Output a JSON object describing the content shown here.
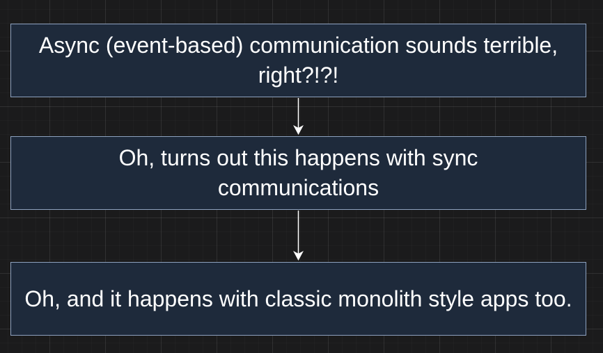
{
  "diagram": {
    "nodes": [
      {
        "id": "n1",
        "text": "Async (event-based) communication sounds terrible, right?!?!"
      },
      {
        "id": "n2",
        "text": "Oh, turns out this happens with sync communications"
      },
      {
        "id": "n3",
        "text": "Oh, and it happens with classic monolith style apps too."
      }
    ],
    "edges": [
      {
        "from": "n1",
        "to": "n2"
      },
      {
        "from": "n2",
        "to": "n3"
      }
    ],
    "colors": {
      "background": "#1b1b1c",
      "node_fill": "#1e2a3b",
      "node_border": "#8ea2bf",
      "text": "#ffffff",
      "edge": "#ffffff"
    }
  }
}
